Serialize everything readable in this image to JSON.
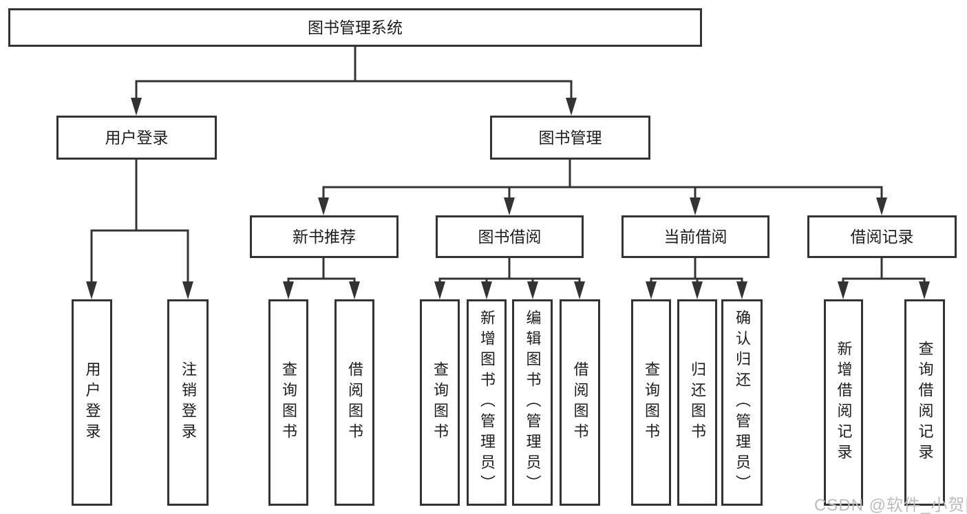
{
  "diagram": {
    "root": {
      "label": "图书管理系统"
    },
    "branches": [
      {
        "label": "用户登录",
        "children": [
          {
            "label": "用户登录"
          },
          {
            "label": "注销登录"
          }
        ]
      },
      {
        "label": "图书管理",
        "children": [
          {
            "label": "新书推荐",
            "children": [
              {
                "label": "查询图书"
              },
              {
                "label": "借阅图书"
              }
            ]
          },
          {
            "label": "图书借阅",
            "children": [
              {
                "label": "查询图书"
              },
              {
                "label": "新增图书（管理员）"
              },
              {
                "label": "编辑图书（管理员）"
              },
              {
                "label": "借阅图书"
              }
            ]
          },
          {
            "label": "当前借阅",
            "children": [
              {
                "label": "查询图书"
              },
              {
                "label": "归还图书"
              },
              {
                "label": "确认归还（管理员）"
              }
            ]
          },
          {
            "label": "借阅记录",
            "children": [
              {
                "label": "新增借阅记录"
              },
              {
                "label": "查询借阅记录"
              }
            ]
          }
        ]
      }
    ]
  },
  "watermark": {
    "text": "CSDN @软件_小贺同学"
  },
  "colors": {
    "line": "#333333",
    "box_border": "#333333",
    "text": "#1d1d1f",
    "watermark": "#bcbcbc",
    "background": "#ffffff"
  }
}
